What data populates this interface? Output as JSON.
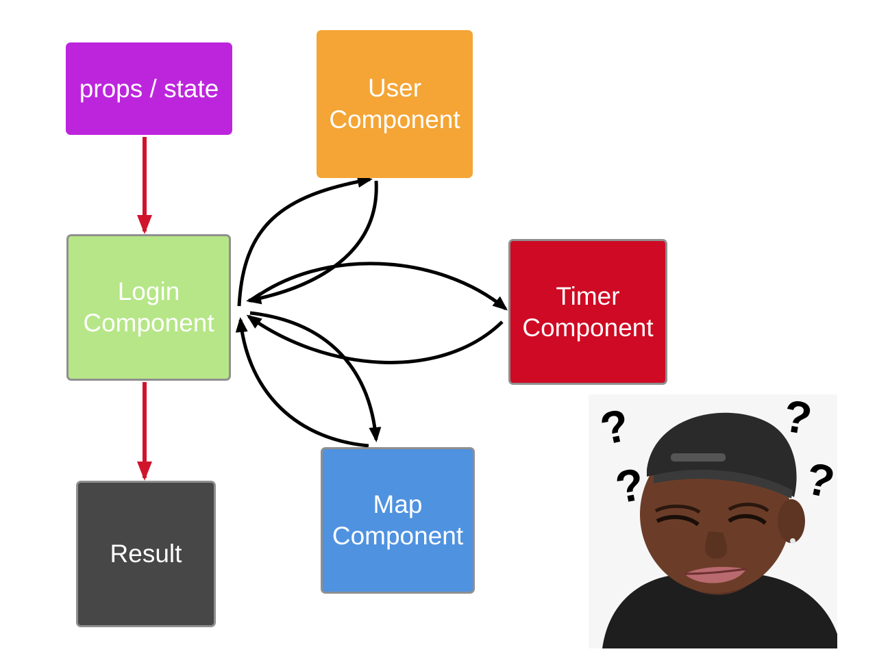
{
  "nodes": {
    "props": {
      "lines": [
        "props / state"
      ]
    },
    "user": {
      "lines": [
        "User",
        "Component"
      ]
    },
    "login": {
      "lines": [
        "Login",
        "Component"
      ]
    },
    "timer": {
      "lines": [
        "Timer",
        "Component"
      ]
    },
    "map": {
      "lines": [
        "Map",
        "Component"
      ]
    },
    "result": {
      "lines": [
        "Result"
      ]
    }
  },
  "colors": {
    "props": "#bd25dd",
    "user": "#f4a535",
    "login": "#b6e687",
    "timer": "#cf0a24",
    "map": "#4f92e0",
    "result": "#474747",
    "flow_arrow": "#d0142c",
    "link_arrow": "#000000"
  },
  "photo": {
    "marks": [
      "?",
      "?",
      "?",
      "?"
    ]
  }
}
